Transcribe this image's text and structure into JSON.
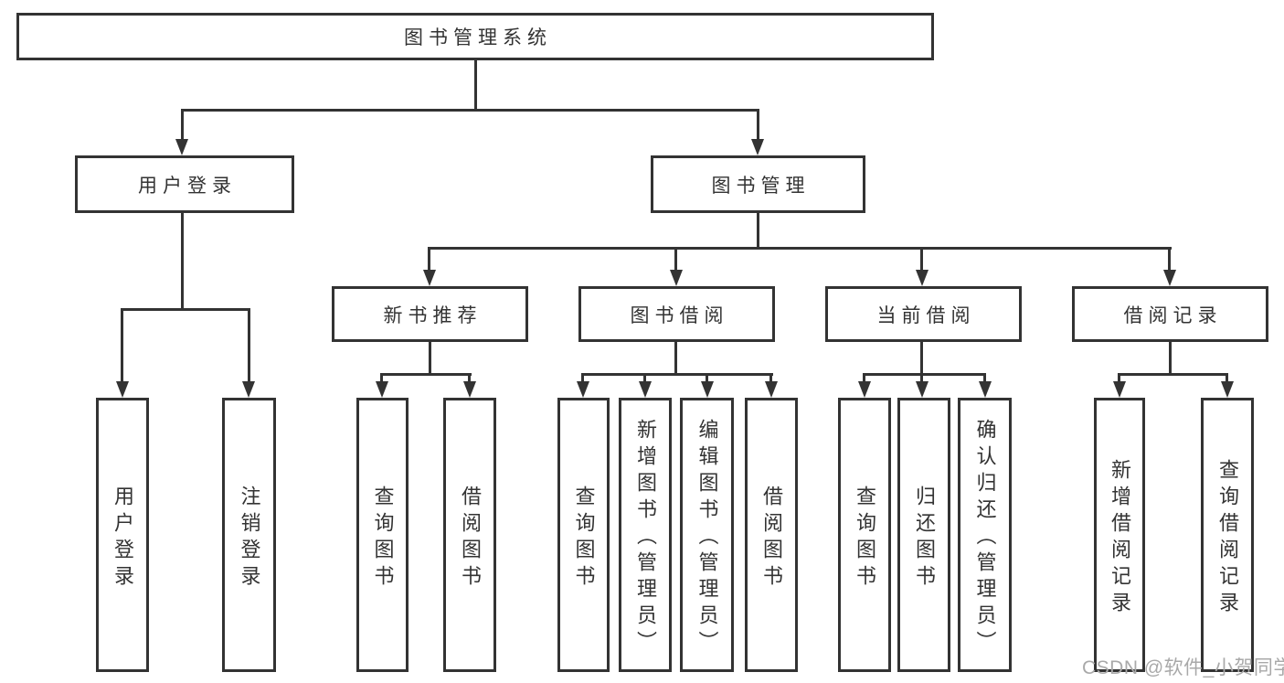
{
  "diagram_title": "图书管理系统",
  "nodes": {
    "root": "图书管理系统",
    "user_login": "用户登录",
    "book_mgmt": "图书管理",
    "new_books": "新书推荐",
    "book_borrow": "图书借阅",
    "current_borrow": "当前借阅",
    "borrow_records": "借阅记录",
    "leaf_user_login": "用户登录",
    "leaf_logout": "注销登录",
    "leaf_nb_query_books": "查询图书",
    "leaf_nb_borrow_books": "借阅图书",
    "leaf_bb_query_books": "查询图书",
    "leaf_bb_add_books": "新增图书（管理员）",
    "leaf_bb_edit_books": "编辑图书（管理员）",
    "leaf_bb_borrow_books": "借阅图书",
    "leaf_cb_query_books": "查询图书",
    "leaf_cb_return_books": "归还图书",
    "leaf_cb_confirm_return": "确认归还（管理员）",
    "leaf_br_add_record": "新增借阅记录",
    "leaf_br_query_record": "查询借阅记录"
  },
  "watermark": "CSDN @软件_小贺同学",
  "colors": {
    "line": "#333333",
    "text": "#333333",
    "watermark": "#a9a9a9",
    "background": "#ffffff"
  }
}
